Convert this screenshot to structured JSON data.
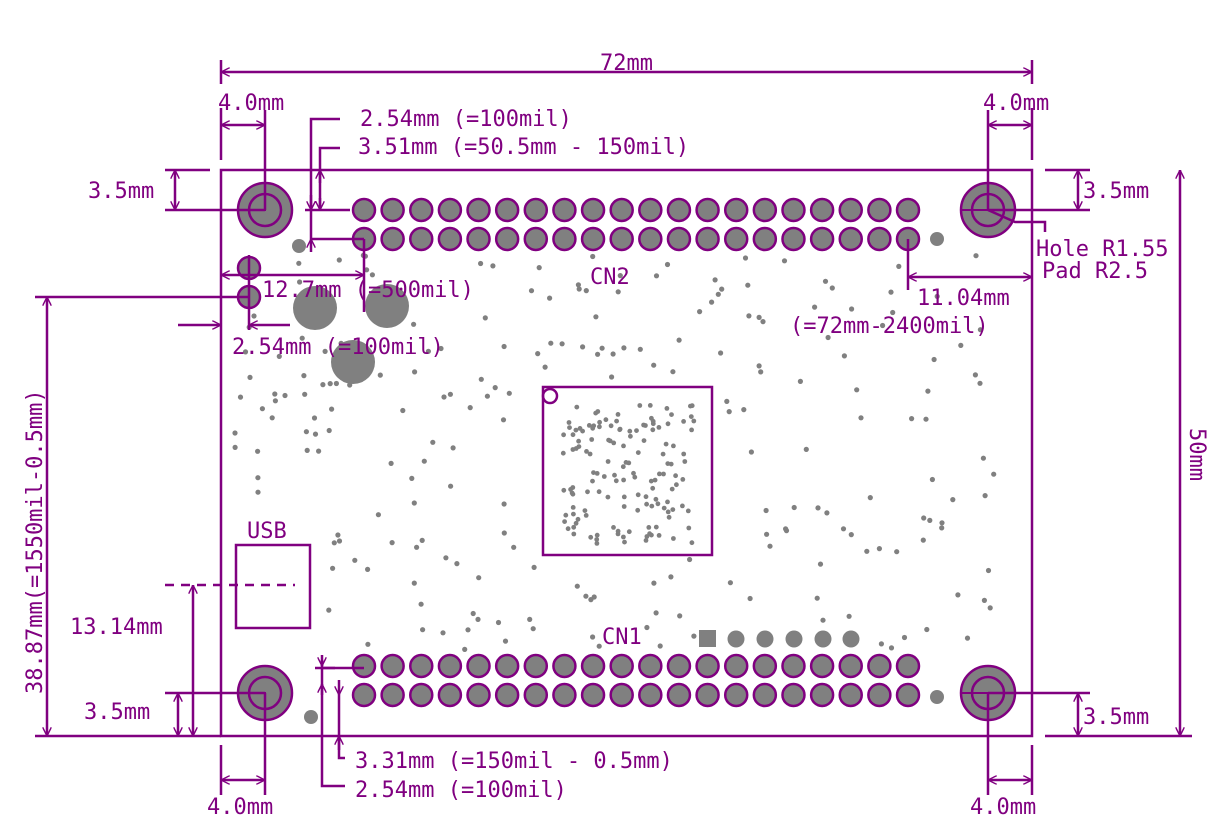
{
  "colors": {
    "outline": "#800080",
    "copper": "#808080",
    "background": "#ffffff"
  },
  "dimensions": {
    "width": "72mm",
    "height": "50mm",
    "hole_offset_top_left": "4.0mm",
    "hole_offset_top_right": "4.0mm",
    "hole_offset_bottom_left": "4.0mm",
    "hole_offset_bottom_right": "4.0mm",
    "hole_top_left_v": "3.5mm",
    "hole_top_right_v": "3.5mm",
    "hole_bottom_left_v": "3.5mm",
    "hole_bottom_right_v": "3.5mm",
    "pitch_top": "2.54mm (=100mil)",
    "cn2_offset": "3.51mm (=50.5mm - 150mil)",
    "cn2_x": "12.7mm (=500mil)",
    "pitch_left": "2.54mm (=100mil)",
    "cn2_right_1": "11.04mm",
    "cn2_right_2": "(=72mm-2400mil)",
    "cn1_offset": "3.31mm (=150mil - 0.5mm)",
    "pitch_bottom": "2.54mm (=100mil)",
    "cn_left_y": "38.87mm(=1550mil-0.5mm)",
    "usb_y": "13.14mm"
  },
  "labels": {
    "hole": "Hole R1.55",
    "pad": "Pad R2.5",
    "cn1": "CN1",
    "cn2": "CN2",
    "usb": "USB"
  },
  "connectors": {
    "pins_per_row": 20,
    "rows": 2
  }
}
